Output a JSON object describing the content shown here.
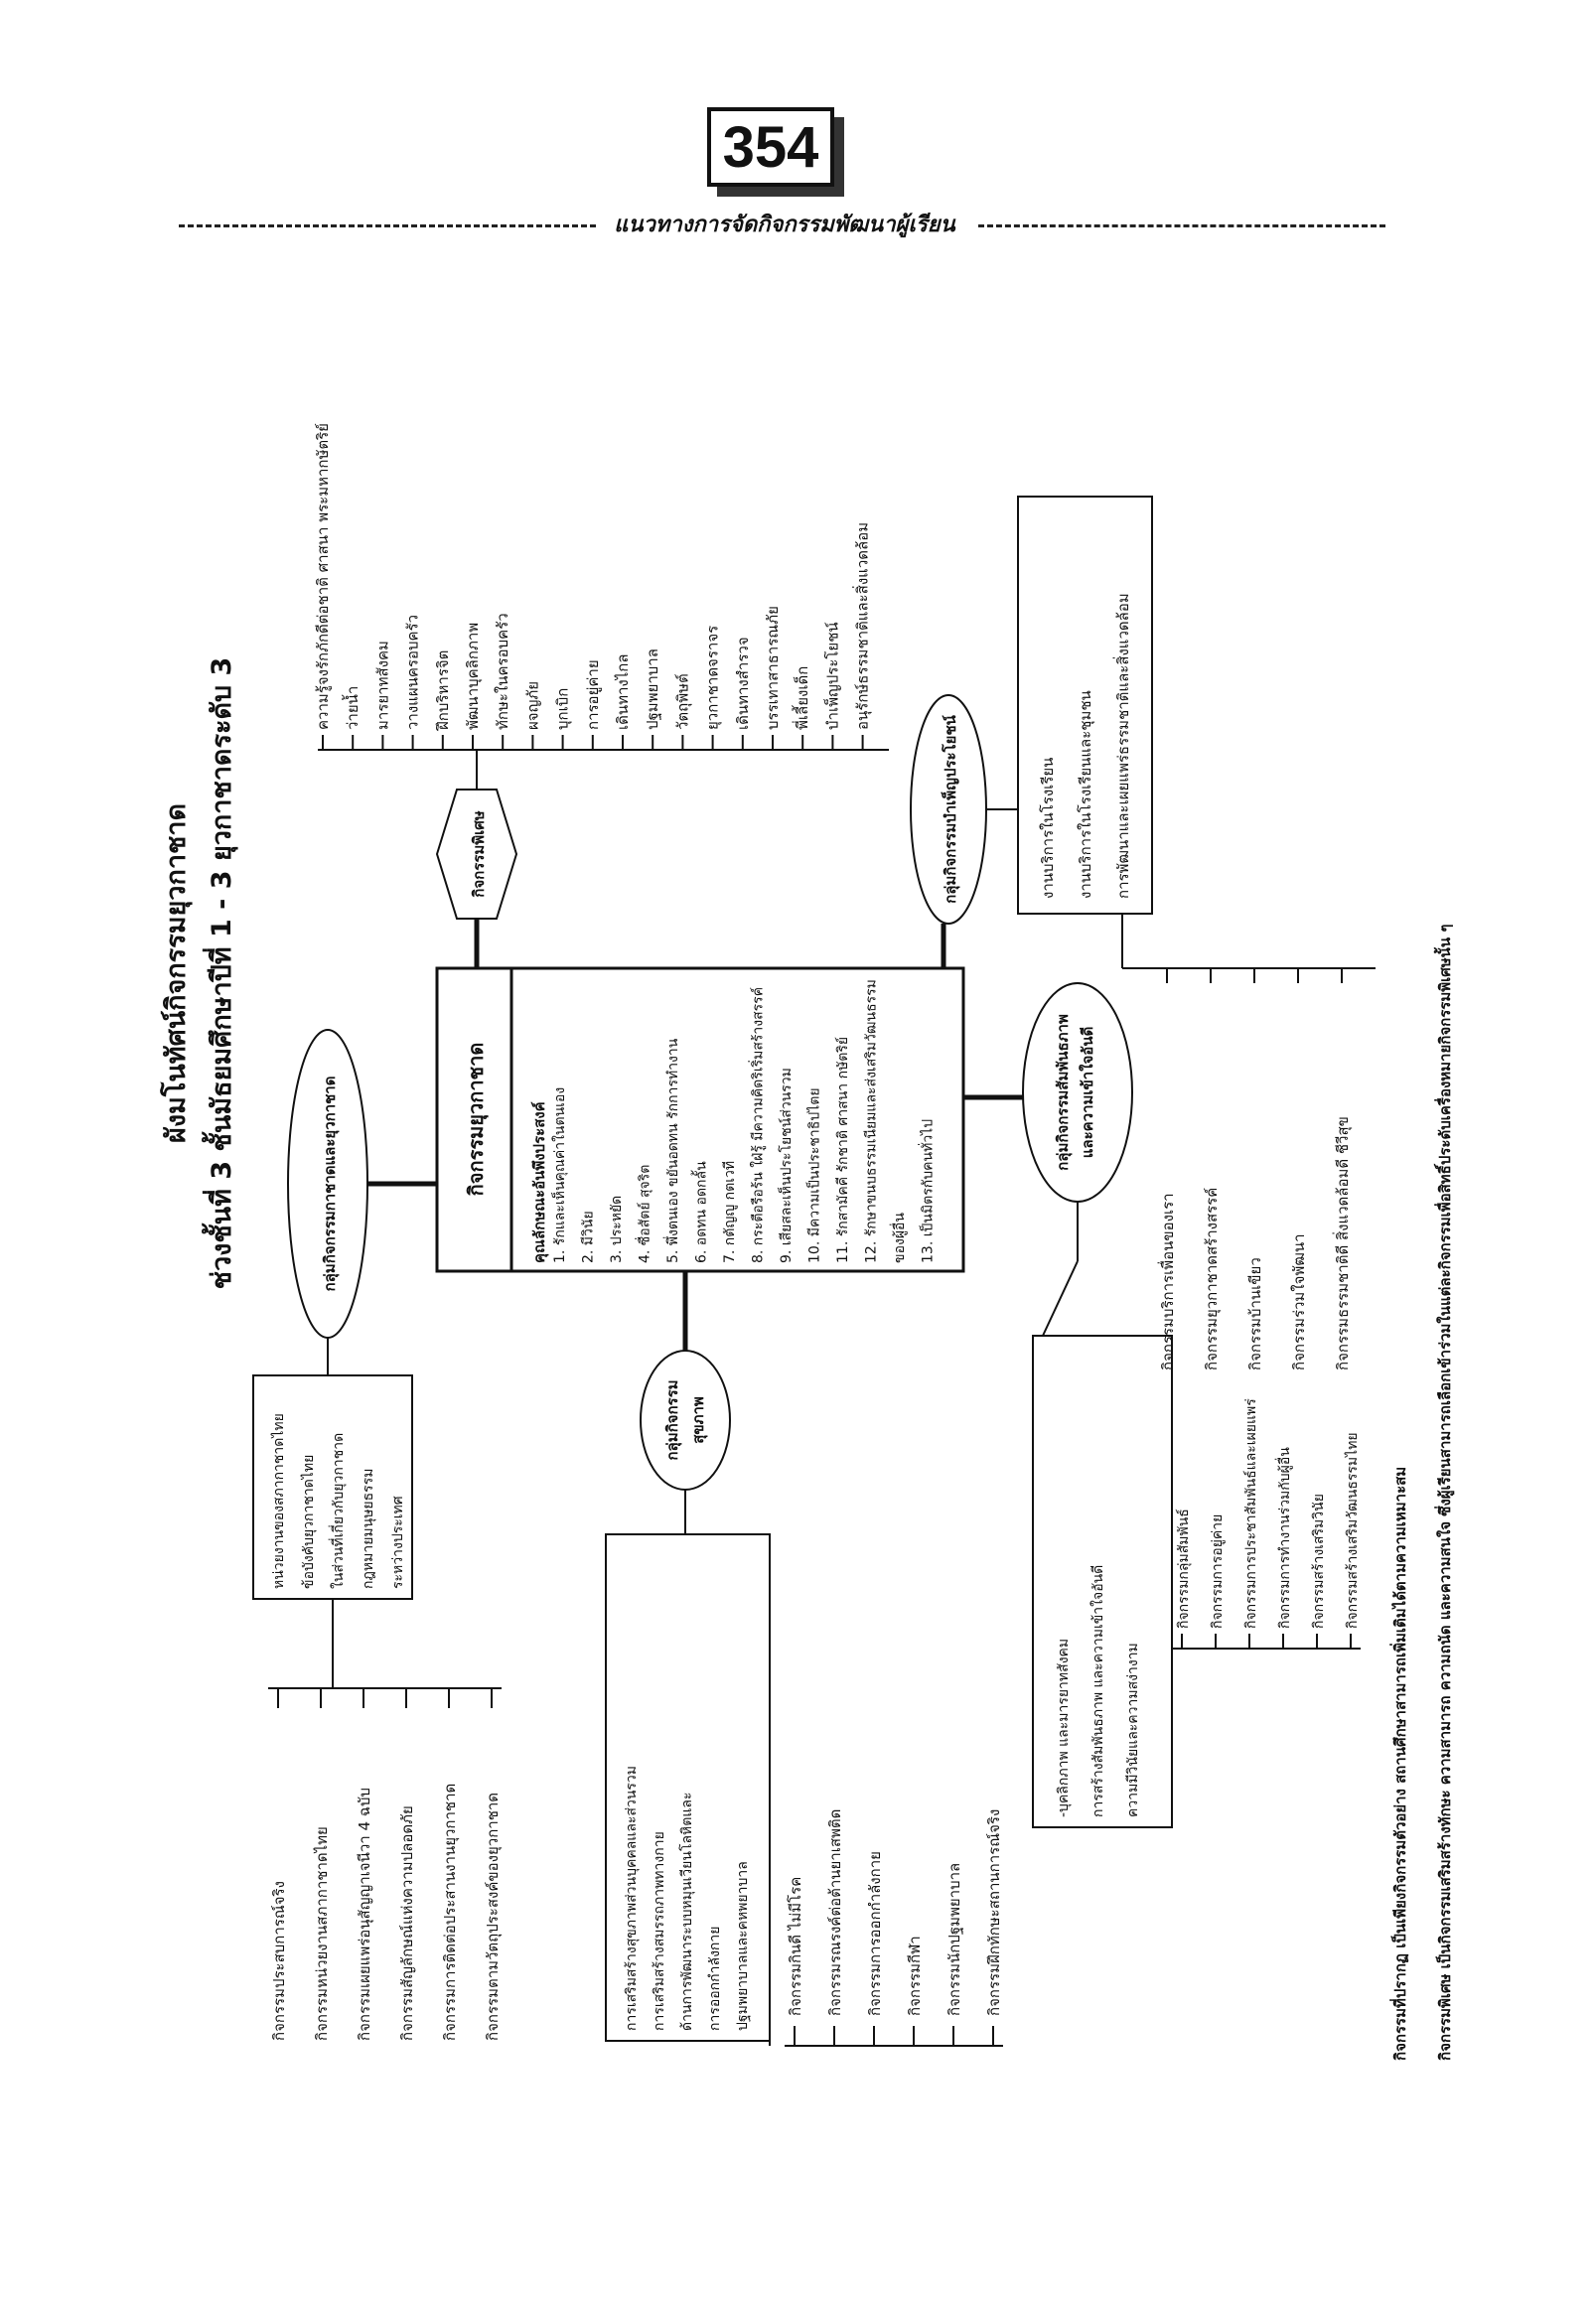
{
  "page_number": "354",
  "header_text": "แนวทางการจัดกิจกรรมพัฒนาผู้เรียน",
  "title": {
    "line1": "ผังมโนทัศน์กิจกรรมยุวกาชาด",
    "line2": "ช่วงชั้นที่ 3 ชั้นมัธยมศึกษาปีที่ 1 - 3 ยุวกาชาดระดับ 3"
  },
  "center": {
    "title": "กิจกรรมยุวกาชาด",
    "heading": "คุณลักษณะอันพึงประสงค์",
    "items": [
      "1. รักและเห็นคุณค่าในตนเอง",
      "2. มีวินัย",
      "3. ประหยัด",
      "4. ซื่อสัตย์ สุจริต",
      "5. พึ่งตนเอง ขยันอดทน รักการทำงาน",
      "6. อดทน อดกลั้น",
      "7. กตัญญู กตเวที",
      "8. กระตือรือร้น ใฝ่รู้ มีความคิดริเริ่มสร้างสรรค์",
      "9. เสียสละเห็นประโยชน์ส่วนรวม",
      "10. มีความเป็นประชาธิปไตย",
      "11. รักสามัคคี รักชาติ ศาสนา กษัตริย์",
      "12. รักษาขนบธรรมเนียมและส่งเสริมวัฒนธรรม",
      "ของผู้อื่น",
      "13. เป็นมิตรกับคนทั่วไป"
    ]
  },
  "special": {
    "label": "กิจกรรมพิเศษ",
    "items": [
      "ความรู้จงรักภักดีต่อชาติ ศาสนา พระมหากษัตริย์",
      "ว่ายน้ำ",
      "มารยาทสังคม",
      "วางแผนครอบครัว",
      "ฝึกบริหารจิต",
      "พัฒนาบุคลิกภาพ",
      "ทักษะในครอบครัว",
      "ผจญภัย",
      "บุกเบิก",
      "การอยู่ค่าย",
      "เดินทางไกล",
      "ปฐมพยาบาล",
      "วัตถุพิษต์",
      "ยุวกาชาดจราจร",
      "เดินทางสำรวจ",
      "บรรเทาสาธารณภัย",
      "พี่เลี้ยงเด็ก",
      "บำเพ็ญประโยชน์",
      "อนุรักษ์ธรรมชาติและสิ่งแวดล้อม"
    ]
  },
  "redcross": {
    "label": "กลุ่มกิจกรรมกาชาดและยุวกาชาด",
    "box": [
      "หน่วยงานของสภากาชาดไทย",
      "ข้อบังคับยุวกาชาดไทย",
      "ในส่วนที่เกี่ยวกับยุวกาชาด",
      "กฎหมายมนุษยธรรม",
      "ระหว่างประเทศ"
    ],
    "items": [
      "กิจกรรมประสบการณ์จริง",
      "กิจกรรมหน่วยงานสภากาชาดไทย",
      "กิจกรรมเผยแพร่อนุสัญญาเจนีวา 4 ฉบับ",
      "กิจกรรมสัญลักษณ์แห่งความปลอดภัย",
      "กิจกรรมการติดต่อประสานงานยุวกาชาด",
      "กิจกรรมตามวัตถุประสงค์ของยุวกาชาด"
    ]
  },
  "health": {
    "label1": "กลุ่มกิจกรรม",
    "label2": "สุขภาพ",
    "box": [
      "การเสริมสร้างสุขภาพส่วนบุคคลและส่วนรวม",
      "การเสริมสร้างสมรรถภาพทางกาย",
      "ด้านการพัฒนาระบบหมุนเวียนโลหิตและ",
      "การออกกำลังกาย",
      "ปฐมพยาบาลและคหพยาบาล"
    ],
    "items": [
      "กิจกรรมกินดี ไม่มีโรค",
      "กิจกรรมรณรงค์ต่อต้านยาเสพติด",
      "กิจกรรมการออกกำลังกาย",
      "กิจกรรมกีฬา",
      "กิจกรรมนักปฐมพยาบาล",
      "กิจกรรมฝึกทักษะสถานการณ์จริง"
    ]
  },
  "service": {
    "label": "กลุ่มกิจกรรมบำเพ็ญประโยชน์",
    "box": [
      "งานบริการในโรงเรียน",
      "งานบริการในโรงเรียนและชุมชน",
      "การพัฒนาและเผยแพร่ธรรมชาติและสิ่งแวดล้อม"
    ],
    "items": [
      "กิจกรรมบริการเพื่อนของเรา",
      "กิจกรรมยุวกาชาดสร้างสรรค์",
      "กิจกรรมบ้านเขียว",
      "กิจกรรมร่วมใจพัฒนา",
      "กิจกรรมธรรมชาติดี สิ่งแวดล้อมดี ชีวีสุข"
    ]
  },
  "relation": {
    "label1": "กลุ่มกิจกรรมสัมพันธภาพ",
    "label2": "และความเข้าใจอันดี",
    "box": [
      "-บุคลิกภาพ และมารยาทสังคม",
      "การสร้างสัมพันธภาพ และความเข้าใจอันดี",
      "ความมีวินัยและความสง่างาม"
    ],
    "items": [
      "กิจกรรมกลุ่มสัมพันธ์",
      "กิจกรรมการอยู่ค่าย",
      "กิจกรรมการประชาสัมพันธ์และเผยแพร่",
      "กิจกรรมการทำงานร่วมกับผู้อื่น",
      "กิจกรรมสร้างเสริมวินัย",
      "กิจกรรมสร้างเสริมวัฒนธรรมไทย"
    ]
  },
  "footnotes": [
    "กิจกรรมที่ปรากฏ เป็นเพียงกิจกรรมตัวอย่าง สถานศึกษาสามารถเพิ่มเติมได้ตามความเหมาะสม",
    "กิจกรรมพิเศษ เป็นกิจกรรมเสริมสร้างทักษะ ความสามารถ ความถนัด และความสนใจ ซึ่งผู้เรียนสามารถเลือกเข้าร่วมในแต่ละกิจกรรมเพื่อสิทธิ์ประดับเครื่องหมายกิจกรรมพิเศษนั้น ๆ"
  ]
}
